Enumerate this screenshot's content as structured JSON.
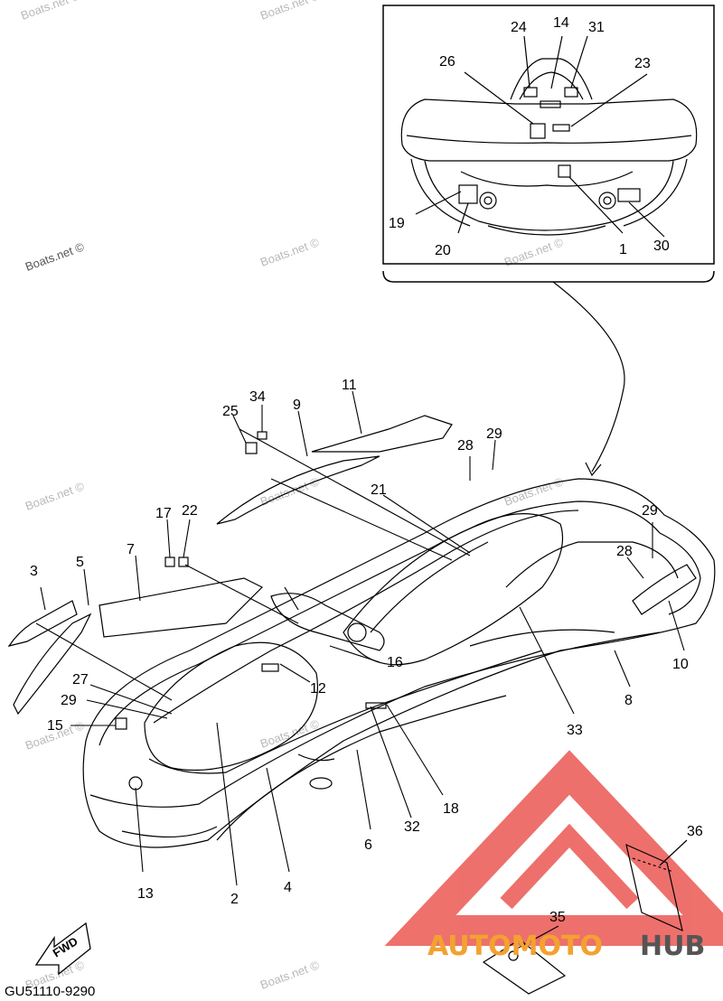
{
  "watermark": "Boats.net ©",
  "diagram_code": "GU51110-9290",
  "fwd_label": "FWD",
  "logo": {
    "part1": "AUTOMOTO",
    "part2": "HUB",
    "color1": "#f2a230",
    "color2": "#555555",
    "mark_color": "#e8413b"
  },
  "callouts": {
    "c1": "1",
    "c2": "2",
    "c3": "3",
    "c4": "4",
    "c5": "5",
    "c6": "6",
    "c7": "7",
    "c8": "8",
    "c9": "9",
    "c10": "10",
    "c11": "11",
    "c12": "12",
    "c13": "13",
    "c14": "14",
    "c15": "15",
    "c16": "16",
    "c17": "17",
    "c18": "18",
    "c19": "19",
    "c20": "20",
    "c21": "21",
    "c22": "22",
    "c23": "23",
    "c24": "24",
    "c25": "25",
    "c26": "26",
    "c27": "27",
    "c28a": "28",
    "c28b": "28",
    "c29a": "29",
    "c29b": "29",
    "c29c": "29",
    "c30": "30",
    "c31": "31",
    "c32": "32",
    "c33": "33",
    "c34": "34",
    "c35": "35",
    "c36": "36"
  }
}
